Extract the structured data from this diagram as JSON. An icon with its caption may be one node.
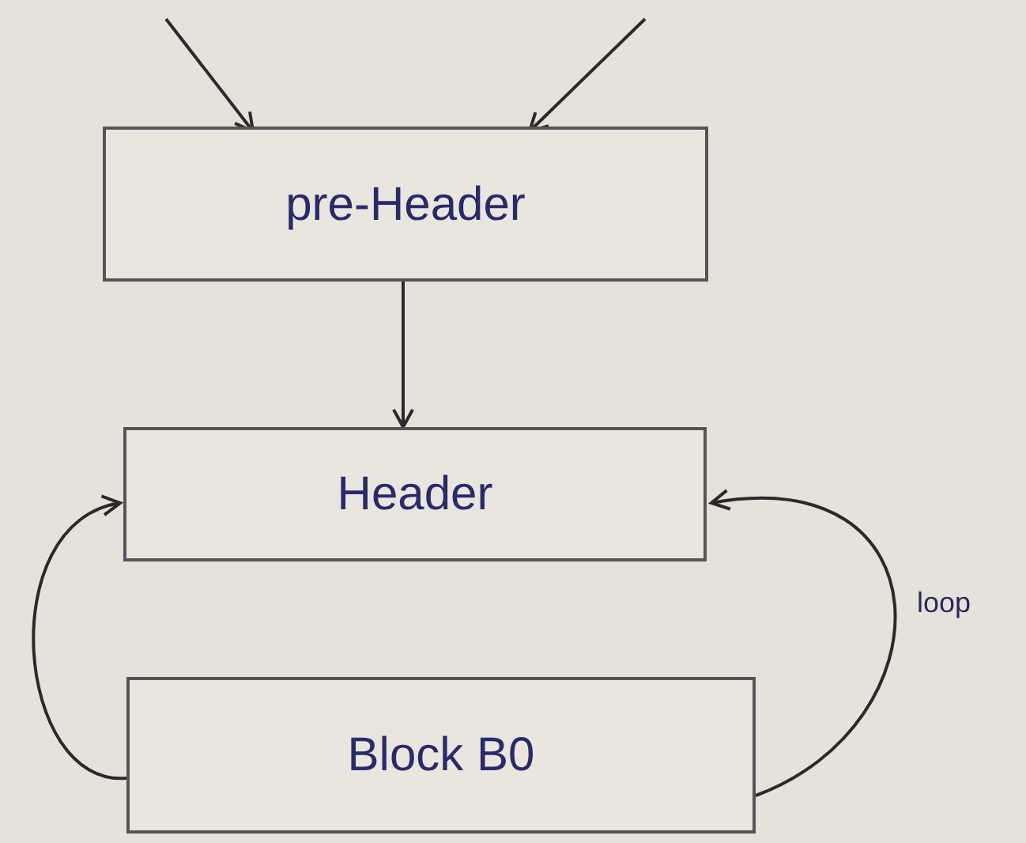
{
  "diagram": {
    "nodes": [
      {
        "text": [
          "pre-Header"
        ]
      },
      {
        "text": [
          "Header"
        ]
      },
      {
        "text": [
          "Block B0"
        ]
      }
    ],
    "edges": [
      {
        "from": null,
        "to": 0,
        "arrow": "to"
      },
      {
        "from": null,
        "to": 0,
        "arrow": "to"
      },
      {
        "from": 0,
        "to": 1,
        "arrow": "to"
      },
      {
        "from": 2,
        "to": 1,
        "arrow": "to"
      },
      {
        "from": 2,
        "to": 1,
        "arrow": "to",
        "label": "loop"
      }
    ]
  }
}
